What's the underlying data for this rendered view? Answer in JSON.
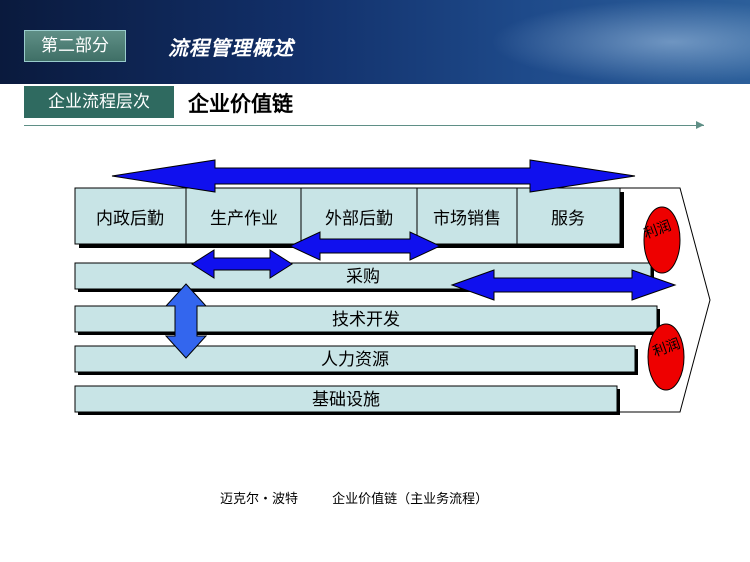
{
  "header": {
    "section_tag": "第二部分",
    "section_title": "流程管理概述"
  },
  "subheader": {
    "tag": "企业流程层次",
    "title": "企业价值链"
  },
  "diagram": {
    "primary_activities": [
      "内政后勤",
      "生产作业",
      "外部后勤",
      "市场销售",
      "服务"
    ],
    "support_activities": [
      "采购",
      "技术开发",
      "人力资源",
      "基础设施"
    ],
    "margin_labels": [
      "利润",
      "利润"
    ],
    "colors": {
      "box_fill": "#c8e4e6",
      "arrow": "#1010ee",
      "margin": "#ee0000"
    }
  },
  "caption": {
    "author": "迈克尔・波特",
    "description": "企业价值链（主业务流程）"
  }
}
